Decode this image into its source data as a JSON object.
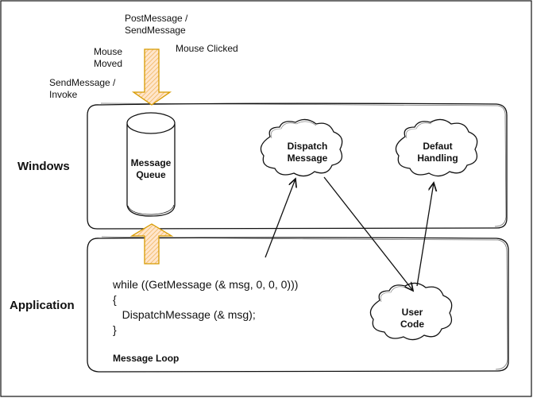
{
  "diagram": {
    "inputs": {
      "post_send_message": "PostMessage /\nSendMessage",
      "mouse_moved": "Mouse\nMoved",
      "mouse_clicked": "Mouse Clicked",
      "send_invoke": "SendMessage /\nInvoke"
    },
    "windows_box": {
      "label": "Windows",
      "queue": "Message\nQueue",
      "dispatch": "Dispatch\nMessage",
      "default_handling": "Defaut\nHandling"
    },
    "application_box": {
      "label": "Application",
      "code_lines": [
        "while ((GetMessage (& msg, 0, 0, 0)))",
        "{",
        "   DispatchMessage (& msg);",
        "}"
      ],
      "loop_label": "Message Loop",
      "user_code": "User\nCode"
    }
  },
  "colors": {
    "arrow_stroke": "#d79b00",
    "arrow_fill": "#ffe6cc",
    "line": "#111111"
  }
}
